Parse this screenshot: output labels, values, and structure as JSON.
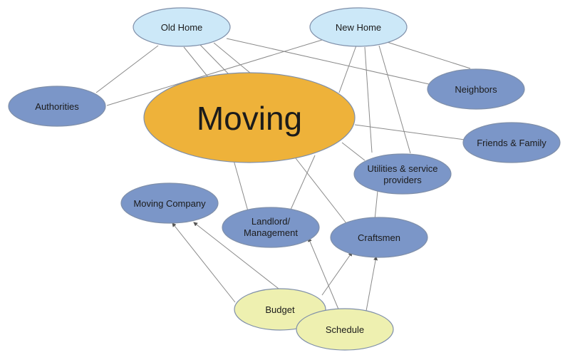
{
  "diagram": {
    "nodes": {
      "moving": {
        "label": "Moving",
        "color": "#eeb23a"
      },
      "old_home": {
        "label": "Old Home",
        "color": "#cce8f8"
      },
      "new_home": {
        "label": "New Home",
        "color": "#cce8f8"
      },
      "authorities": {
        "label": "Authorities",
        "color": "#7b96c8"
      },
      "neighbors": {
        "label": "Neighbors",
        "color": "#7b96c8"
      },
      "friends_family": {
        "label": "Friends & Family",
        "color": "#7b96c8"
      },
      "utilities": {
        "label_line1": "Utilities & service",
        "label_line2": "providers",
        "color": "#7b96c8"
      },
      "moving_company": {
        "label": "Moving Company",
        "color": "#7b96c8"
      },
      "landlord": {
        "label_line1": "Landlord/",
        "label_line2": "Management",
        "color": "#7b96c8"
      },
      "craftsmen": {
        "label": "Craftsmen",
        "color": "#7b96c8"
      },
      "budget": {
        "label": "Budget",
        "color": "#eef0b0"
      },
      "schedule": {
        "label": "Schedule",
        "color": "#eef0b0"
      }
    }
  }
}
